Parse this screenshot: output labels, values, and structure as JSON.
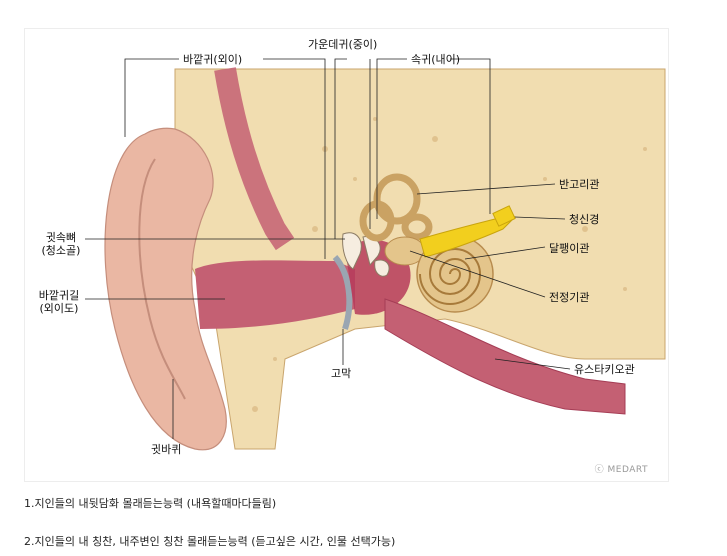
{
  "labels": {
    "outer_ear": "바깥귀(외이)",
    "middle_ear": "가운데귀(중이)",
    "inner_ear": "속귀(내이)",
    "semicircular_canals": "반고리관",
    "auditory_nerve": "청신경",
    "cochlea": "달팽이관",
    "vestibule": "전정기관",
    "eustachian_tube": "유스타키오관",
    "ossicles_line1": "귓속뼈",
    "ossicles_line2": "(청소골)",
    "ear_canal_line1": "바깥귀길",
    "ear_canal_line2": "(외이도)",
    "eardrum": "고막",
    "auricle": "귓바퀴"
  },
  "credit": "ⓒ MEDART",
  "lines": [
    "1.지인들의 내뒷담화 몰래듣는능력 (내욕할때마다들림)",
    "2.지인들의 내 칭찬, 내주변인 칭찬 몰래듣는능력 (듣고싶은 시간, 인물 선택가능)"
  ],
  "colors": {
    "bone": "#f1ddb0",
    "skin": "#eab7a3",
    "canal": "#c46073",
    "nerve": "#f2cf1e"
  }
}
